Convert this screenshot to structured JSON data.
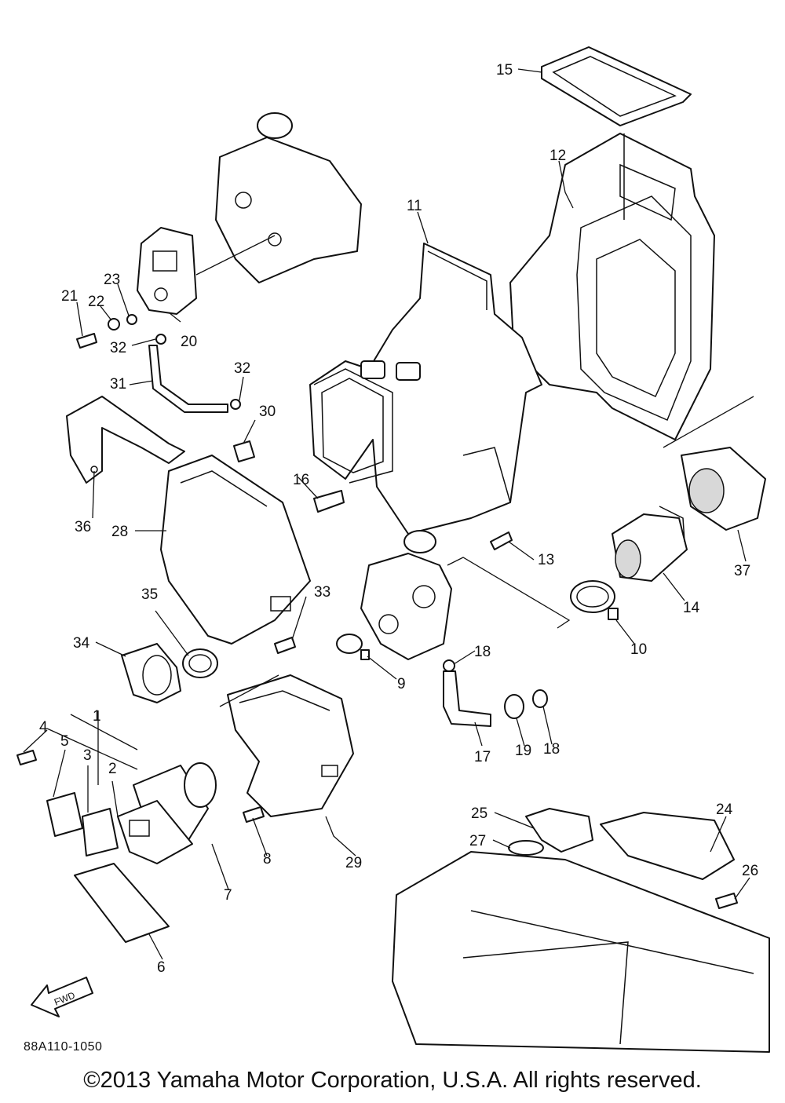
{
  "diagram": {
    "callouts": [
      {
        "id": "c15",
        "text": "15"
      },
      {
        "id": "c12",
        "text": "12"
      },
      {
        "id": "c11",
        "text": "11"
      },
      {
        "id": "c21",
        "text": "21"
      },
      {
        "id": "c22",
        "text": "22"
      },
      {
        "id": "c23",
        "text": "23"
      },
      {
        "id": "c20",
        "text": "20"
      },
      {
        "id": "c32a",
        "text": "32"
      },
      {
        "id": "c31",
        "text": "31"
      },
      {
        "id": "c32b",
        "text": "32"
      },
      {
        "id": "c30",
        "text": "30"
      },
      {
        "id": "c16",
        "text": "16"
      },
      {
        "id": "c36",
        "text": "36"
      },
      {
        "id": "c28",
        "text": "28"
      },
      {
        "id": "c13",
        "text": "13"
      },
      {
        "id": "c37",
        "text": "37"
      },
      {
        "id": "c14",
        "text": "14"
      },
      {
        "id": "c35",
        "text": "35"
      },
      {
        "id": "c33",
        "text": "33"
      },
      {
        "id": "c34",
        "text": "34"
      },
      {
        "id": "c10",
        "text": "10"
      },
      {
        "id": "c9",
        "text": "9"
      },
      {
        "id": "c18a",
        "text": "18"
      },
      {
        "id": "c1",
        "text": "1"
      },
      {
        "id": "c4",
        "text": "4"
      },
      {
        "id": "c5",
        "text": "5"
      },
      {
        "id": "c3",
        "text": "3"
      },
      {
        "id": "c2",
        "text": "2"
      },
      {
        "id": "c17",
        "text": "17"
      },
      {
        "id": "c19",
        "text": "19"
      },
      {
        "id": "c18b",
        "text": "18"
      },
      {
        "id": "c25",
        "text": "25"
      },
      {
        "id": "c24",
        "text": "24"
      },
      {
        "id": "c27",
        "text": "27"
      },
      {
        "id": "c26",
        "text": "26"
      },
      {
        "id": "c8",
        "text": "8"
      },
      {
        "id": "c29",
        "text": "29"
      },
      {
        "id": "c7",
        "text": "7"
      },
      {
        "id": "c6",
        "text": "6"
      }
    ],
    "fwd_label": "FWD",
    "drawing_code": "88A110-1050"
  },
  "footer": {
    "copyright": "©2013 Yamaha Motor Corporation, U.S.A. All rights reserved."
  }
}
